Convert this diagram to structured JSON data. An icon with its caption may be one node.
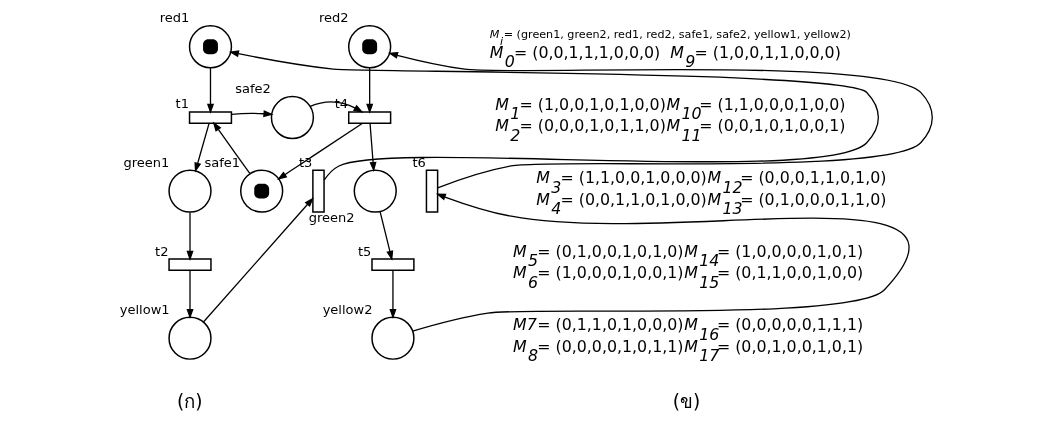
{
  "diagram": {
    "nodes": [
      {
        "text": [],
        "shape": "circle",
        "beside": [
          "red1"
        ]
      },
      {
        "text": [],
        "shape": "circle",
        "beside": [
          "red2"
        ]
      },
      {
        "text": [],
        "shape": "bar",
        "beside": [
          "t1"
        ]
      },
      {
        "text": [],
        "shape": "circle",
        "beside": [
          "safe2"
        ]
      },
      {
        "text": [],
        "shape": "bar",
        "beside": [
          "t4"
        ]
      },
      {
        "text": [],
        "shape": "bar",
        "beside": [
          "t3"
        ]
      },
      {
        "text": [],
        "shape": "circle",
        "beside": [
          "green1"
        ]
      },
      {
        "text": [],
        "shape": "circle",
        "beside": [
          "safe1"
        ]
      },
      {
        "text": [],
        "shape": "circle",
        "beside": [
          "green2"
        ]
      },
      {
        "text": [],
        "shape": "bar",
        "beside": [
          "t6"
        ]
      },
      {
        "text": [],
        "shape": "bar",
        "beside": [
          "t2"
        ]
      },
      {
        "text": [],
        "shape": "bar",
        "beside": [
          "t5"
        ]
      },
      {
        "text": [],
        "shape": "circle",
        "beside": [
          "yellow1"
        ]
      },
      {
        "text": [],
        "shape": "circle",
        "beside": [
          "yellow2"
        ]
      }
    ],
    "edges": [
      {
        "from": 0,
        "to": 2,
        "arrow": "to"
      },
      {
        "from": 1,
        "to": 4,
        "arrow": "to"
      },
      {
        "from": 2,
        "to": 3,
        "arrow": "to"
      },
      {
        "from": 3,
        "to": 4,
        "arrow": "to"
      },
      {
        "from": 2,
        "to": 6,
        "arrow": "to"
      },
      {
        "from": 4,
        "to": 8,
        "arrow": "to"
      },
      {
        "from": 4,
        "to": 7,
        "arrow": "to"
      },
      {
        "from": 7,
        "to": 2,
        "arrow": "to"
      },
      {
        "from": 6,
        "to": 10,
        "arrow": "to"
      },
      {
        "from": 8,
        "to": 11,
        "arrow": "to"
      },
      {
        "from": 10,
        "to": 12,
        "arrow": "to"
      },
      {
        "from": 11,
        "to": 13,
        "arrow": "to"
      },
      {
        "from": 12,
        "to": 5,
        "arrow": "to"
      },
      {
        "from": 5,
        "to": 0,
        "arrow": "to"
      },
      {
        "from": 13,
        "to": 9,
        "arrow": "to"
      },
      {
        "from": 9,
        "to": 1,
        "arrow": "to"
      }
    ],
    "labels": [
      "*M*$_{i}$= (green1, green2, red1, red2, safe1, safe2, yellow1, yellow2)",
      "*M*$_{0}$= (0,0,1,1,1,0,0,0)",
      "*M*$_{9}$= (1,0,0,1,1,0,0,0)",
      "*M*$_{1}$= (1,0,0,1,0,1,0,0)",
      "*M*$_{10}$= (1,1,0,0,0,1,0,0)",
      "*M*$_{2}$= (0,0,0,1,0,1,1,0)",
      "*M*$_{11}$= (0,0,1,0,1,0,0,1)",
      "*M*$_{3}$= (1,1,0,0,1,0,0,0)",
      "*M*$_{12}$= (0,0,0,1,1,0,1,0)",
      "*M*$_{4}$= (0,0,1,1,0,1,0,0)",
      "*M*$_{13}$= (0,1,0,0,0,1,1,0)",
      "*M*$_{5}$= (0,1,0,0,1,0,1,0)",
      "*M*$_{14}$= (1,0,0,0,0,1,0,1)",
      "*M*$_{6}$= (1,0,0,0,1,0,0,1)",
      "*M*$_{15}$= (0,1,1,0,0,1,0,0)",
      "*M7*= (0,1,1,0,1,0,0,0)",
      "*M*$_{16}$= (0,0,0,0,0,1,1,1)",
      "*M*$_{8}$= (0,0,0,0,1,0,1,1)",
      "*M*$_{17}$= (0,0,1,0,0,1,0,1)",
      "(ก)",
      "(ข)"
    ]
  }
}
